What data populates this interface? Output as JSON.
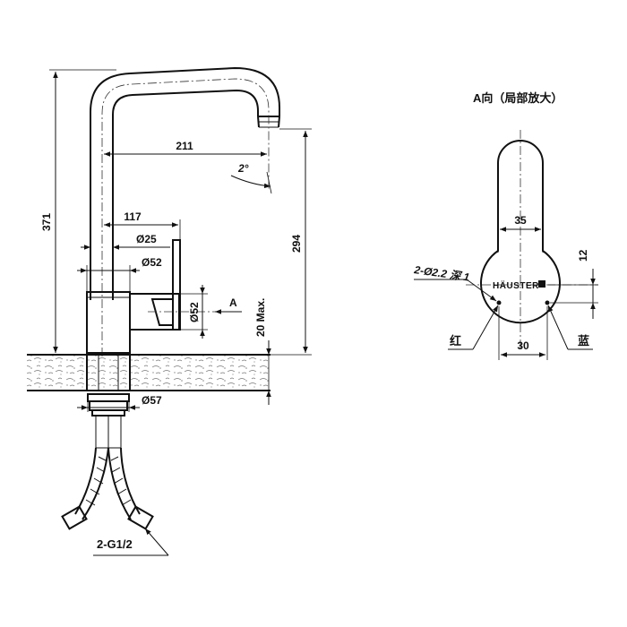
{
  "dimensions": {
    "overall_height": "371",
    "reach": "211",
    "spout_angle": "2°",
    "handle_offset": "117",
    "diam_25": "Ø25",
    "diam_52_top": "Ø52",
    "diam_52_side": "Ø52",
    "max_deck": "20 Max.",
    "spout_height": "294",
    "diam_57": "Ø57",
    "connection": "2-G1/2"
  },
  "view": {
    "arrow_label": "A",
    "title": "A向（局部放大）",
    "width_top": "35",
    "width_bottom": "30",
    "offset": "12",
    "holes": "2-Ø2.2 深 1",
    "brand": "HÄUSTER",
    "red_label": "红",
    "blue_label": "蓝"
  }
}
